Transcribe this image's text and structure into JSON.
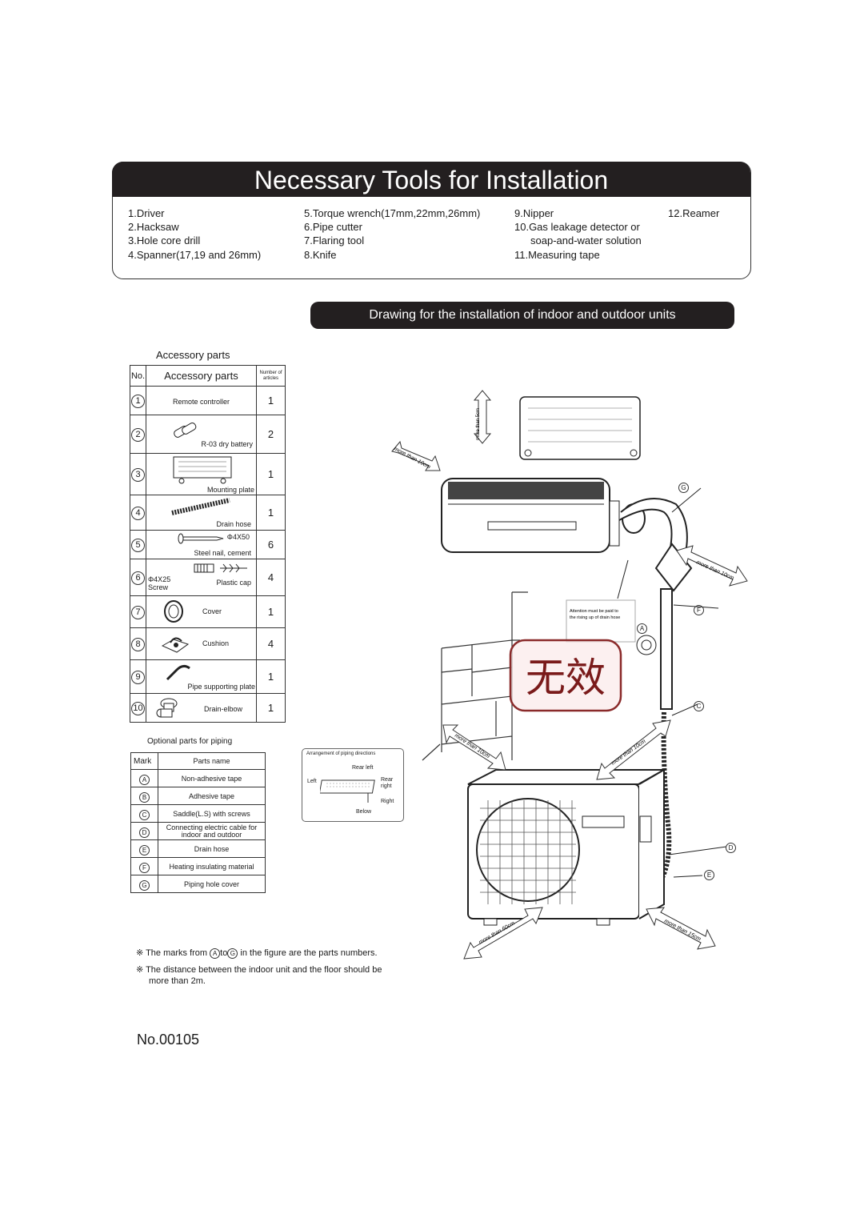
{
  "tools": {
    "title": "Necessary Tools for Installation",
    "col1": [
      "1.Driver",
      "2.Hacksaw",
      "3.Hole core drill",
      "4.Spanner(17,19 and 26mm)"
    ],
    "col2": [
      "5.Torque wrench(17mm,22mm,26mm)",
      "6.Pipe cutter",
      "7.Flaring tool",
      "8.Knife"
    ],
    "col3": [
      "9.Nipper",
      "10.Gas leakage detector or",
      "soap-and-water solution",
      "11.Measuring tape"
    ],
    "col4": [
      "12.Reamer"
    ]
  },
  "drawing": {
    "title": "Drawing for the installation of indoor and outdoor units",
    "attention_note": [
      "Attention must be paid to",
      "the rising up of drain hose"
    ],
    "clearance_labels": [
      "more than 5cm",
      "more than 10cm",
      "more than 10cm",
      "more than 10cm",
      "more than 10cm",
      "more than 60cm",
      "more than 15cm"
    ],
    "part_marks": [
      "G",
      "F",
      "A",
      "C",
      "D",
      "E"
    ],
    "stamp_text": "无效"
  },
  "accessory": {
    "caption": "Accessory parts",
    "headers": {
      "no": "No.",
      "part": "Accessory parts",
      "count": "Number of articles"
    },
    "rows": [
      {
        "no": "1",
        "name": "Remote controller",
        "qty": "1",
        "icon": "remote-controller-icon"
      },
      {
        "no": "2",
        "name": "R-03 dry battery",
        "qty": "2",
        "icon": "battery-icon"
      },
      {
        "no": "3",
        "name": "Mounting plate",
        "qty": "1",
        "icon": "mounting-plate-icon"
      },
      {
        "no": "4",
        "name": "Drain hose",
        "qty": "1",
        "icon": "drain-hose-icon"
      },
      {
        "no": "5",
        "name": "Steel nail, cement",
        "size": "Φ4X50",
        "qty": "6",
        "icon": "nail-icon"
      },
      {
        "no": "6",
        "name": "Plastic cap",
        "size": "Φ4X25",
        "extra": "Screw",
        "qty": "4",
        "icon": "screw-icon"
      },
      {
        "no": "7",
        "name": "Cover",
        "qty": "1",
        "icon": "cover-icon"
      },
      {
        "no": "8",
        "name": "Cushion",
        "qty": "4",
        "icon": "cushion-icon"
      },
      {
        "no": "9",
        "name": "Pipe supporting plate",
        "qty": "1",
        "icon": "pipe-plate-icon"
      },
      {
        "no": "10",
        "name": "Drain-elbow",
        "qty": "1",
        "icon": "drain-elbow-icon"
      }
    ]
  },
  "optional": {
    "caption": "Optional parts for piping",
    "headers": {
      "mark": "Mark",
      "name": "Parts name"
    },
    "rows": [
      {
        "mark": "A",
        "name": "Non-adhesive tape"
      },
      {
        "mark": "B",
        "name": "Adhesive tape"
      },
      {
        "mark": "C",
        "name": "Saddle(L.S) with screws"
      },
      {
        "mark": "D",
        "name": "Connecting electric cable for indoor and outdoor"
      },
      {
        "mark": "E",
        "name": "Drain hose"
      },
      {
        "mark": "F",
        "name": "Heating insulating material"
      },
      {
        "mark": "G",
        "name": "Piping hole cover"
      }
    ]
  },
  "piping_directions": {
    "title": "Arrangement of piping directions",
    "rear_left": "Rear left",
    "left": "Left",
    "rear_right": "Rear right",
    "right": "Right",
    "below": "Below"
  },
  "notes": {
    "note1_prefix": "※ The marks from",
    "note1_from": "A",
    "note1_mid": "to",
    "note1_to": "G",
    "note1_suffix": "in the figure are the parts numbers.",
    "note2_line1": "※ The distance between the indoor unit and the floor should be",
    "note2_line2": "more than 2m."
  },
  "doc_number": "No.00105"
}
